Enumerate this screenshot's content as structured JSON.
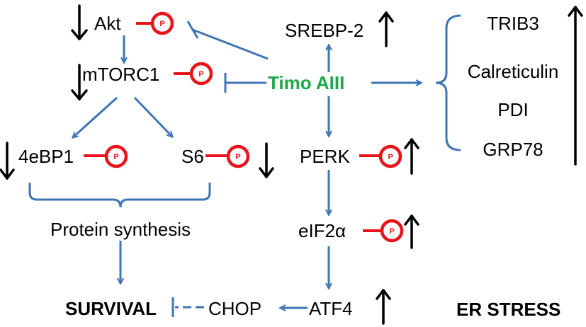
{
  "nodes": {
    "akt": "Akt",
    "mtorc1": "mTORC1",
    "eb1": "4eBP1",
    "s6": "S6",
    "protein_synthesis": "Protein synthesis",
    "survival": "SURVIVAL",
    "chop": "CHOP",
    "atf4": "ATF4",
    "eif2a": "eIF2α",
    "perk": "PERK",
    "srebp2": "SREBP-2",
    "timo": "Timo AIII",
    "er_stress": "ER STRESS"
  },
  "er_proteins": [
    "TRIB3",
    "Calreticulin",
    "PDI",
    "GRP78"
  ],
  "phospho_label": "P",
  "colors": {
    "arrow": "#3f74b5",
    "phospho": "#e8141b",
    "center_text": "#1ea84a",
    "text": "#000000"
  }
}
